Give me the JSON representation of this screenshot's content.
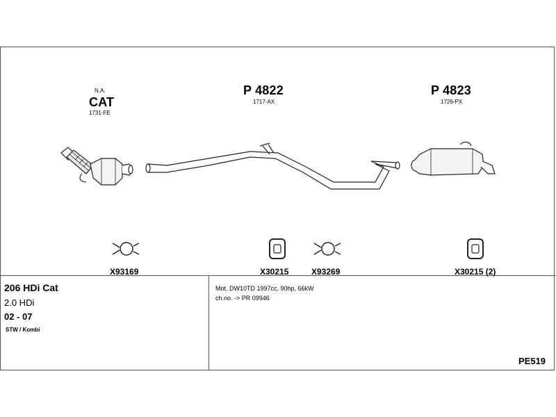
{
  "parts": {
    "cat": {
      "top_label": "N.A.",
      "name": "CAT",
      "ref": "1731-FE"
    },
    "p4822": {
      "name": "P 4822",
      "ref": "1717-AX"
    },
    "p4823": {
      "name": "P 4823",
      "ref": "1726-PX"
    }
  },
  "fittings": [
    {
      "code": "X93169",
      "icon": "clamp-icon"
    },
    {
      "code": "X30215",
      "icon": "rubber-hanger-icon"
    },
    {
      "code": "X93269",
      "icon": "clamp-icon"
    },
    {
      "code": "X30215 (2)",
      "icon": "rubber-hanger-icon"
    }
  ],
  "vehicle": {
    "model": "206 HDi Cat",
    "engine": "2.0 HDi",
    "years": "02 - 07",
    "body": "STW / Kombi"
  },
  "notes": {
    "line1": "Mot. DW10TD 1997cc, 90hp, 66kW",
    "line2": "ch.no. -> PR 09946"
  },
  "diagram_code": "PE519"
}
